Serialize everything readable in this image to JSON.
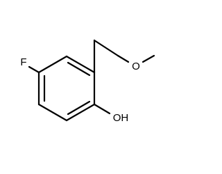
{
  "molecule": {
    "atoms": {
      "fluorine": "F",
      "oxygen_ether": "O",
      "hydroxyl": "OH"
    },
    "colors": {
      "bond": "#000000",
      "label": "#000000",
      "background": "#ffffff"
    }
  }
}
